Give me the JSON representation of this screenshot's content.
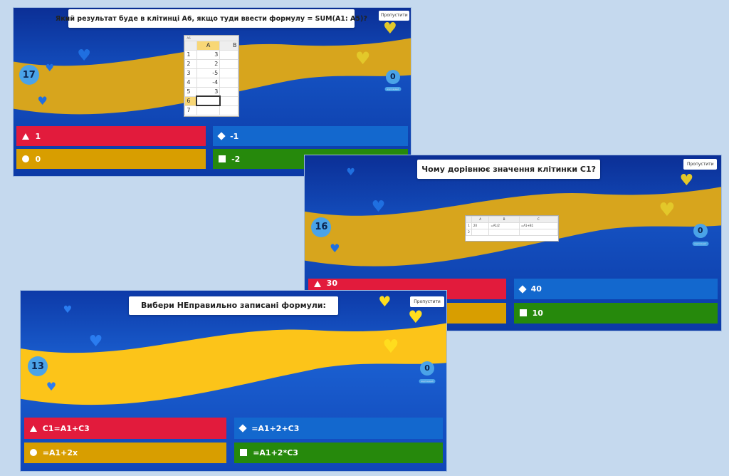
{
  "colors": {
    "red": "#e21b3c",
    "blue": "#1368ce",
    "yellow": "#d89e00",
    "green": "#26890c"
  },
  "slides": [
    {
      "question": "Який результат буде в клітинці А6, якщо туди ввести формулу = SUM(A1: A5)?",
      "skip": "Пропустити",
      "timer": "17",
      "answers_count": "0",
      "answers_label": "відповідей",
      "answers": [
        {
          "shape": "triangle",
          "text": "1"
        },
        {
          "shape": "diamond",
          "text": "-1"
        },
        {
          "shape": "circle",
          "text": "0"
        },
        {
          "shape": "square",
          "text": "-2"
        }
      ],
      "sheet": {
        "namebox": "A6",
        "col_a": "A",
        "col_b": "B",
        "rows": [
          [
            "1",
            "3"
          ],
          [
            "2",
            "2"
          ],
          [
            "3",
            "-5"
          ],
          [
            "4",
            "-4"
          ],
          [
            "5",
            "3"
          ],
          [
            "6",
            ""
          ],
          [
            "7",
            ""
          ]
        ]
      }
    },
    {
      "question": "Чому дорівнює значення клітинки С1?",
      "skip": "Пропустити",
      "timer": "16",
      "answers_count": "0",
      "answers_label": "відповідей",
      "answers": [
        {
          "shape": "triangle",
          "text": "30"
        },
        {
          "shape": "diamond",
          "text": "40"
        },
        {
          "shape": "circle",
          "text": ""
        },
        {
          "shape": "square",
          "text": "10"
        }
      ],
      "sheet": {
        "headers": [
          "A",
          "B",
          "C"
        ],
        "rows": [
          [
            "1",
            "20",
            "=A1/2",
            "=A1+B1"
          ],
          [
            "2",
            "",
            "",
            ""
          ]
        ]
      }
    },
    {
      "question": "Вибери НЕправильно записані формули:",
      "skip": "Пропустити",
      "timer": "13",
      "answers_count": "0",
      "answers_label": "відповідей",
      "answers": [
        {
          "shape": "triangle",
          "text": "C1=A1+C3"
        },
        {
          "shape": "diamond",
          "text": "=A1+2+C3"
        },
        {
          "shape": "circle",
          "text": "=A1+2x"
        },
        {
          "shape": "square",
          "text": "=A1+2*C3"
        }
      ]
    }
  ]
}
